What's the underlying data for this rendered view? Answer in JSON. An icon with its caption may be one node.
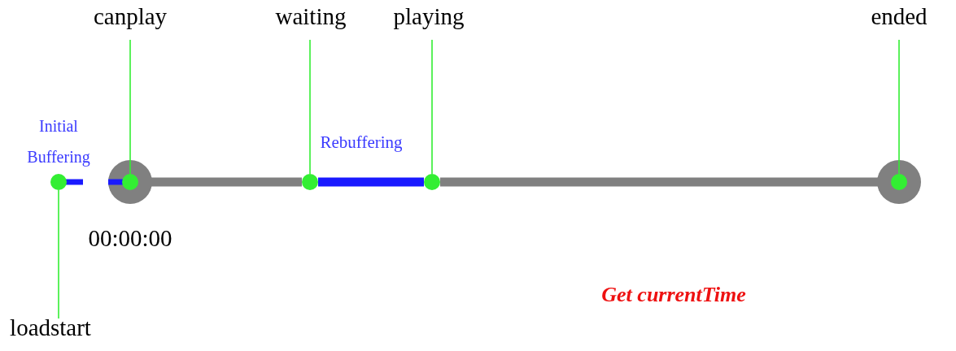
{
  "diagram": {
    "nodes": [
      {
        "text": [
          "canplay"
        ]
      },
      {
        "text": [
          "waiting"
        ]
      },
      {
        "text": [
          "playing"
        ]
      },
      {
        "text": [
          "ended"
        ]
      },
      {
        "text": [],
        "shape": "circle"
      },
      {
        "text": [],
        "shape": "circle"
      },
      {
        "text": [],
        "shape": "circle"
      },
      {
        "text": [],
        "shape": "circle"
      },
      {
        "text": [],
        "shape": "circle"
      },
      {
        "text": [
          "loadstart"
        ]
      }
    ],
    "edges": [
      {
        "from": 0,
        "to": 5,
        "arrow": "none"
      },
      {
        "from": 1,
        "to": 6,
        "arrow": "none"
      },
      {
        "from": 2,
        "to": 7,
        "arrow": "none"
      },
      {
        "from": 3,
        "to": 8,
        "arrow": "none"
      },
      {
        "from": 9,
        "to": 4,
        "arrow": "none"
      },
      {
        "from": 5,
        "to": 6,
        "arrow": "none",
        "style": "thick",
        "color": "#808080"
      },
      {
        "from": 6,
        "to": 7,
        "arrow": "none",
        "style": "thick",
        "color": "#1a1aff"
      },
      {
        "from": 7,
        "to": 8,
        "arrow": "none",
        "style": "thick",
        "color": "#808080"
      }
    ],
    "labels": [
      "Initial Buffering",
      "Rebuffering",
      "00:00:00",
      "Get currentTime"
    ]
  }
}
